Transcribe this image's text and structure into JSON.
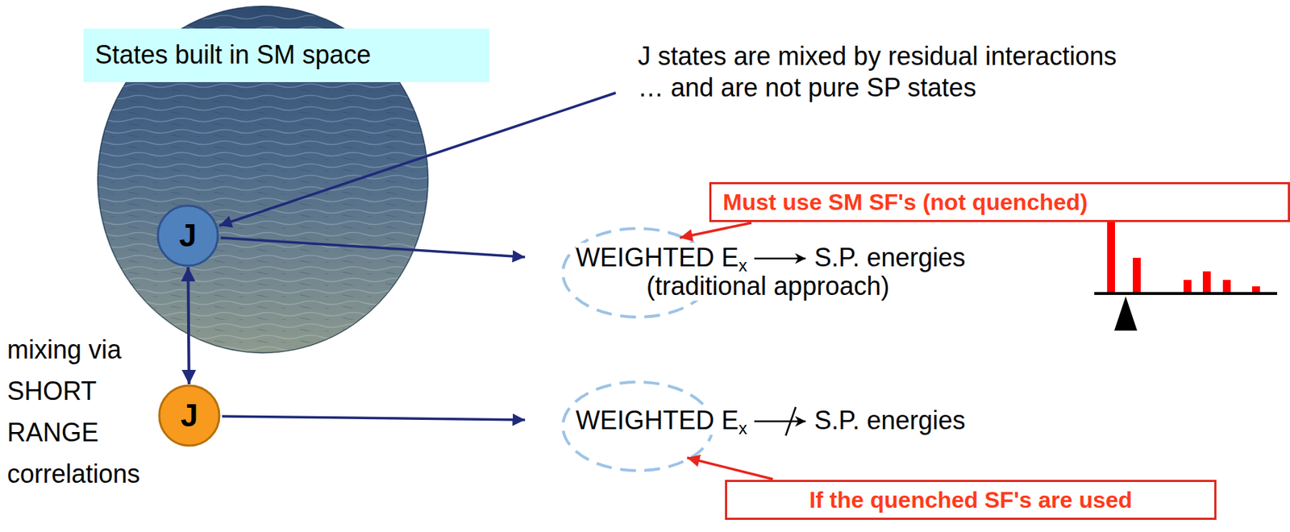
{
  "diagram": {
    "nodes": [
      {
        "text": [
          "States built in SM space"
        ]
      },
      {
        "text": [
          "J"
        ],
        "in": 0
      },
      {
        "text": [
          "J"
        ]
      },
      {
        "text": [
          "Must use SM SF's (not quenched)"
        ]
      },
      {
        "text": [
          "If the quenched SF's are used"
        ]
      }
    ],
    "edges": [
      {
        "from": 1,
        "to": 2,
        "arrow": "both"
      }
    ],
    "labels": [
      "J states are mixed by residual interactions",
      "… and are not pure SP states",
      "WEIGHTED E",
      "x",
      "S.P. energies",
      "(traditional approach)",
      "mixing via SHORT RANGE correlations",
      "WEIGHTED E",
      "x",
      "S.P. energies"
    ]
  }
}
